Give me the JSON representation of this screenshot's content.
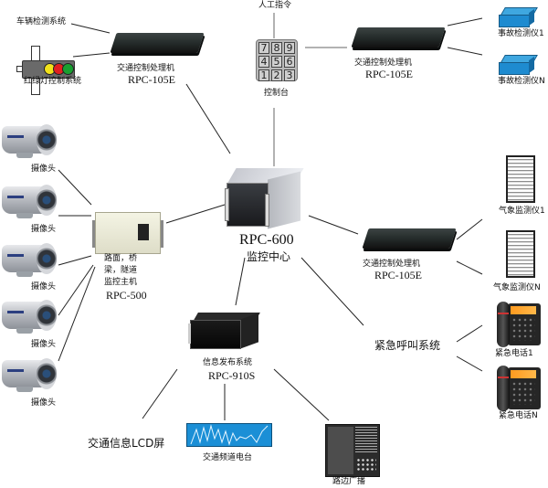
{
  "diagram": {
    "title": "RPC-600 Traffic Monitoring Center Topology",
    "center": {
      "model": "RPC-600",
      "label": "监控中心",
      "icon": "server-tower-icon"
    },
    "nodes": {
      "vehicle_detection": {
        "label": "车辆检测系统"
      },
      "traffic_light_control": {
        "label": "红绿灯控制系统",
        "icon": "traffic-light-icon",
        "lamp_colors": [
          "#f2e21b",
          "#e02020",
          "#18a030"
        ]
      },
      "processor_top_left": {
        "label": "交通控制处理机",
        "model": "RPC-105E",
        "icon": "processor-icon"
      },
      "manual_command": {
        "label": "人工指令"
      },
      "control_console": {
        "label": "控制台",
        "icon": "keypad-icon",
        "keys": [
          "7",
          "8",
          "9",
          "4",
          "5",
          "6",
          "1",
          "2",
          "3"
        ]
      },
      "processor_top_right": {
        "label": "交通控制处理机",
        "model": "RPC-105E",
        "icon": "processor-icon"
      },
      "accident_detector_1": {
        "label": "事故检测仪1",
        "icon": "detector-box-icon"
      },
      "accident_detector_n": {
        "label": "事故检测仪N",
        "icon": "detector-box-icon"
      },
      "cameras": [
        {
          "label": "摄像头"
        },
        {
          "label": "摄像头"
        },
        {
          "label": "摄像头"
        },
        {
          "label": "摄像头"
        },
        {
          "label": "摄像头"
        }
      ],
      "road_monitor_host": {
        "label_lines": [
          "路面，桥",
          "梁，隧道",
          "监控主机"
        ],
        "model": "RPC-500",
        "icon": "rack-server-icon"
      },
      "processor_mid_right": {
        "label": "交通控制处理机",
        "model": "RPC-105E",
        "icon": "processor-icon"
      },
      "weather_monitor_1": {
        "label": "气象监测仪1",
        "icon": "weather-station-icon"
      },
      "weather_monitor_n": {
        "label": "气象监测仪N",
        "icon": "weather-station-icon"
      },
      "emergency_call_system": {
        "label": "紧急呼叫系统"
      },
      "emergency_phone_1": {
        "label": "紧急电话1",
        "icon": "phone-icon"
      },
      "emergency_phone_n": {
        "label": "紧急电话N",
        "icon": "phone-icon"
      },
      "info_publish": {
        "label": "信息发布系统",
        "model": "RPC-910S",
        "icon": "rack-server-icon"
      },
      "lcd_screen": {
        "label": "交通信息LCD屏"
      },
      "traffic_radio": {
        "label": "交通频道电台",
        "icon": "radio-wave-icon"
      },
      "roadside_broadcast": {
        "label": "路边广播",
        "icon": "speaker-icon"
      }
    },
    "edges": [
      [
        "vehicle_detection",
        "processor_top_left"
      ],
      [
        "traffic_light_control",
        "processor_top_left"
      ],
      [
        "processor_top_left",
        "center"
      ],
      [
        "manual_command",
        "control_console"
      ],
      [
        "control_console",
        "processor_top_right"
      ],
      [
        "control_console",
        "center"
      ],
      [
        "processor_top_right",
        "accident_detector_1"
      ],
      [
        "processor_top_right",
        "accident_detector_n"
      ],
      [
        "cameras.0",
        "road_monitor_host"
      ],
      [
        "cameras.1",
        "road_monitor_host"
      ],
      [
        "cameras.2",
        "road_monitor_host"
      ],
      [
        "cameras.3",
        "road_monitor_host"
      ],
      [
        "cameras.4",
        "road_monitor_host"
      ],
      [
        "road_monitor_host",
        "center"
      ],
      [
        "center",
        "processor_mid_right"
      ],
      [
        "processor_mid_right",
        "weather_monitor_1"
      ],
      [
        "processor_mid_right",
        "weather_monitor_n"
      ],
      [
        "center",
        "emergency_call_system"
      ],
      [
        "emergency_call_system",
        "emergency_phone_1"
      ],
      [
        "emergency_call_system",
        "emergency_phone_n"
      ],
      [
        "center",
        "info_publish"
      ],
      [
        "info_publish",
        "lcd_screen"
      ],
      [
        "info_publish",
        "traffic_radio"
      ],
      [
        "info_publish",
        "roadside_broadcast"
      ]
    ],
    "colors": {
      "line": "#222222",
      "radio_bg": "#1b8fd6",
      "detector_blue": "#1e8bd0"
    }
  }
}
